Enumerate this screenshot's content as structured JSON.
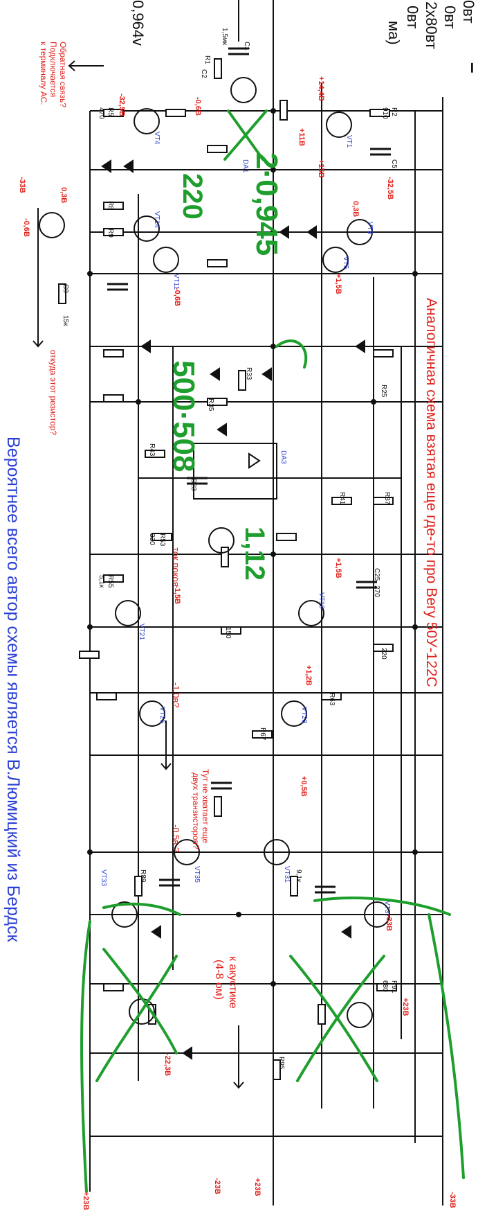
{
  "header_lines": [
    "0вт",
    "0вт",
    "2x80вт",
    "0вт",
    "ма)"
  ],
  "header_voltage": "0,964v",
  "notes": {
    "analog_note": "Аналогичная схема взятая еще где-то про Вегу 50У-122С",
    "author_note": "Вероятнее всего автор схемы является В.Люмицкий из Бердск",
    "feedback_note_1": "Обратная связь?",
    "feedback_note_2": "Подключается",
    "feedback_note_3": "к терминалу АС.",
    "resistor_question": "откуда этот резистор?",
    "bias_current": "ток покоя",
    "missing_transistors_1": "Тут не хватает еще",
    "missing_transistors_2": "двух транзисторов?",
    "speaker_1": "к акустике",
    "speaker_2": "(4-8 ом)",
    "v_minus_1": "-1,0в?",
    "v_minus_05": "-0,5в ?"
  },
  "handwriting": {
    "formula_1": "2·0,945",
    "formula_2": "500·508",
    "value_220": "220",
    "value_112": "1,12"
  },
  "components": {
    "c1": "C1",
    "c2": "C2",
    "c5": "C5",
    "c9": "C9",
    "c23": "C23",
    "c25": "C25",
    "r1": "R1",
    "r2": "R2",
    "r5": "R5",
    "r8": "R8",
    "r9": "R9",
    "r25": "R25",
    "r33": "R33",
    "r35": "R35",
    "r37": "R37",
    "r41": "R41",
    "r43": "R43",
    "r53": "R53",
    "r55": "R55",
    "r63": "R63",
    "r67": "R67",
    "r89": "R89",
    "r95": "R95",
    "r91": "R91",
    "vt1": "VT1",
    "vt3": "VT3",
    "vt4": "VT4",
    "vt5": "VT5",
    "vt11": "VT11",
    "vt14": "VT14",
    "vt19": "VT19",
    "vt21": "VT21",
    "vt23": "VT23",
    "vt25": "VT25",
    "vt31": "VT31",
    "vt33": "VT33",
    "vt35": "VT35",
    "vt37": "VT37",
    "da1": "DA1",
    "da3": "DA3",
    "val_15mk": "1,5мк",
    "val_910": "910",
    "val_470": "470",
    "val_15k": "15к",
    "val_270": "270",
    "val_220": "220",
    "val_150": "150",
    "val_330": "330",
    "val_51k": "5,1к",
    "val_91k": "9,1к",
    "val_680": "680"
  },
  "voltages": {
    "v1": "-32,5В",
    "v2": "-0,6В",
    "v3": "-33В",
    "v4": "0,3В",
    "v5": "-0,6В",
    "v6": "+14,4В",
    "v7": "+11В",
    "v8": "+15В",
    "v9": "-32,5В",
    "v10": "0,3В",
    "v11": "+1,5В",
    "v12": "+1,5В",
    "v13": "+1,2В",
    "v14": "+0,5В",
    "v15": "-33В",
    "v16": "+23В",
    "v17": "-22,3В",
    "v18": "-23В",
    "v19": "+23В",
    "v20": "-1,5В",
    "v21": "-0,6В",
    "v22": "-33В",
    "v23": "+23В"
  },
  "colors": {
    "ink": "#111111",
    "note_red": "#e0201a",
    "label_blue": "#2a3fd4",
    "marker_green": "#1e9e2c"
  }
}
